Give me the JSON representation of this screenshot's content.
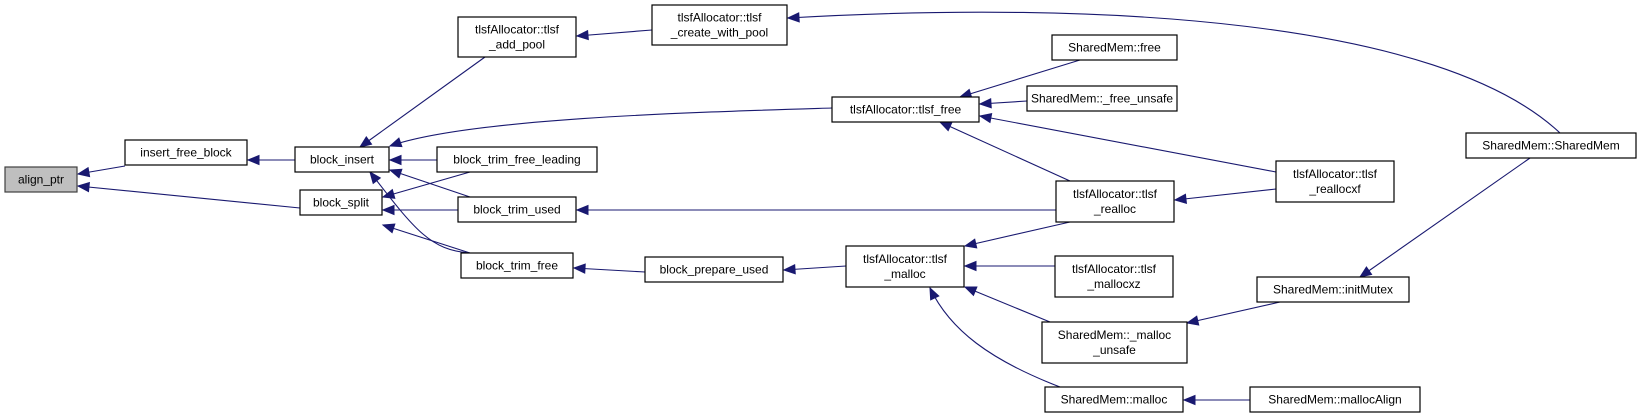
{
  "diagram": {
    "type": "doxygen-caller-graph",
    "colors": {
      "edge": "#191970",
      "node_border": "#000000",
      "node_fill": "#ffffff",
      "root_fill": "#bfbfbf"
    },
    "nodes": [
      {
        "id": "align_ptr",
        "lines": [
          "align_ptr"
        ],
        "root": true
      },
      {
        "id": "insert_free_block",
        "lines": [
          "insert_free_block"
        ]
      },
      {
        "id": "block_split",
        "lines": [
          "block_split"
        ]
      },
      {
        "id": "block_insert",
        "lines": [
          "block_insert"
        ]
      },
      {
        "id": "tlsf_add_pool",
        "lines": [
          "tlsfAllocator::tlsf",
          "_add_pool"
        ]
      },
      {
        "id": "tlsf_create_with_pool",
        "lines": [
          "tlsfAllocator::tlsf",
          "_create_with_pool"
        ]
      },
      {
        "id": "block_trim_free_leading",
        "lines": [
          "block_trim_free_leading"
        ]
      },
      {
        "id": "block_trim_used",
        "lines": [
          "block_trim_used"
        ]
      },
      {
        "id": "block_trim_free",
        "lines": [
          "block_trim_free"
        ]
      },
      {
        "id": "block_prepare_used",
        "lines": [
          "block_prepare_used"
        ]
      },
      {
        "id": "tlsf_free",
        "lines": [
          "tlsfAllocator::tlsf_free"
        ]
      },
      {
        "id": "tlsf_malloc",
        "lines": [
          "tlsfAllocator::tlsf",
          "_malloc"
        ]
      },
      {
        "id": "shm_free",
        "lines": [
          "SharedMem::free"
        ]
      },
      {
        "id": "shm_free_unsafe",
        "lines": [
          "SharedMem::_free_unsafe"
        ]
      },
      {
        "id": "tlsf_realloc",
        "lines": [
          "tlsfAllocator::tlsf",
          "_realloc"
        ]
      },
      {
        "id": "tlsf_mallocxz",
        "lines": [
          "tlsfAllocator::tlsf",
          "_mallocxz"
        ]
      },
      {
        "id": "shm_malloc_unsafe",
        "lines": [
          "SharedMem::_malloc",
          "_unsafe"
        ]
      },
      {
        "id": "shm_malloc",
        "lines": [
          "SharedMem::malloc"
        ]
      },
      {
        "id": "tlsf_reallocxf",
        "lines": [
          "tlsfAllocator::tlsf",
          "_reallocxf"
        ]
      },
      {
        "id": "shm_initMutex",
        "lines": [
          "SharedMem::initMutex"
        ]
      },
      {
        "id": "shm_mallocAlign",
        "lines": [
          "SharedMem::mallocAlign"
        ]
      },
      {
        "id": "shm_SharedMem",
        "lines": [
          "SharedMem::SharedMem"
        ]
      }
    ],
    "edges": [
      {
        "from": "insert_free_block",
        "to": "align_ptr"
      },
      {
        "from": "block_split",
        "to": "align_ptr"
      },
      {
        "from": "block_insert",
        "to": "insert_free_block"
      },
      {
        "from": "tlsf_add_pool",
        "to": "block_insert"
      },
      {
        "from": "tlsf_free",
        "to": "block_insert"
      },
      {
        "from": "block_trim_free_leading",
        "to": "block_insert"
      },
      {
        "from": "block_trim_used",
        "to": "block_insert"
      },
      {
        "from": "block_trim_free",
        "to": "block_insert"
      },
      {
        "from": "block_trim_free_leading",
        "to": "block_split"
      },
      {
        "from": "block_trim_used",
        "to": "block_split"
      },
      {
        "from": "block_trim_free",
        "to": "block_split"
      },
      {
        "from": "tlsf_create_with_pool",
        "to": "tlsf_add_pool"
      },
      {
        "from": "shm_SharedMem",
        "to": "tlsf_create_with_pool"
      },
      {
        "from": "tlsf_realloc",
        "to": "block_trim_used"
      },
      {
        "from": "block_prepare_used",
        "to": "block_trim_free"
      },
      {
        "from": "tlsf_malloc",
        "to": "block_prepare_used"
      },
      {
        "from": "shm_free",
        "to": "tlsf_free"
      },
      {
        "from": "shm_free_unsafe",
        "to": "tlsf_free"
      },
      {
        "from": "tlsf_reallocxf",
        "to": "tlsf_free"
      },
      {
        "from": "tlsf_realloc",
        "to": "tlsf_free"
      },
      {
        "from": "tlsf_reallocxf",
        "to": "tlsf_realloc"
      },
      {
        "from": "tlsf_realloc",
        "to": "tlsf_malloc"
      },
      {
        "from": "tlsf_mallocxz",
        "to": "tlsf_malloc"
      },
      {
        "from": "shm_malloc_unsafe",
        "to": "tlsf_malloc"
      },
      {
        "from": "shm_malloc",
        "to": "tlsf_malloc"
      },
      {
        "from": "shm_initMutex",
        "to": "shm_malloc_unsafe"
      },
      {
        "from": "shm_SharedMem",
        "to": "shm_initMutex"
      },
      {
        "from": "shm_mallocAlign",
        "to": "shm_malloc"
      }
    ]
  }
}
